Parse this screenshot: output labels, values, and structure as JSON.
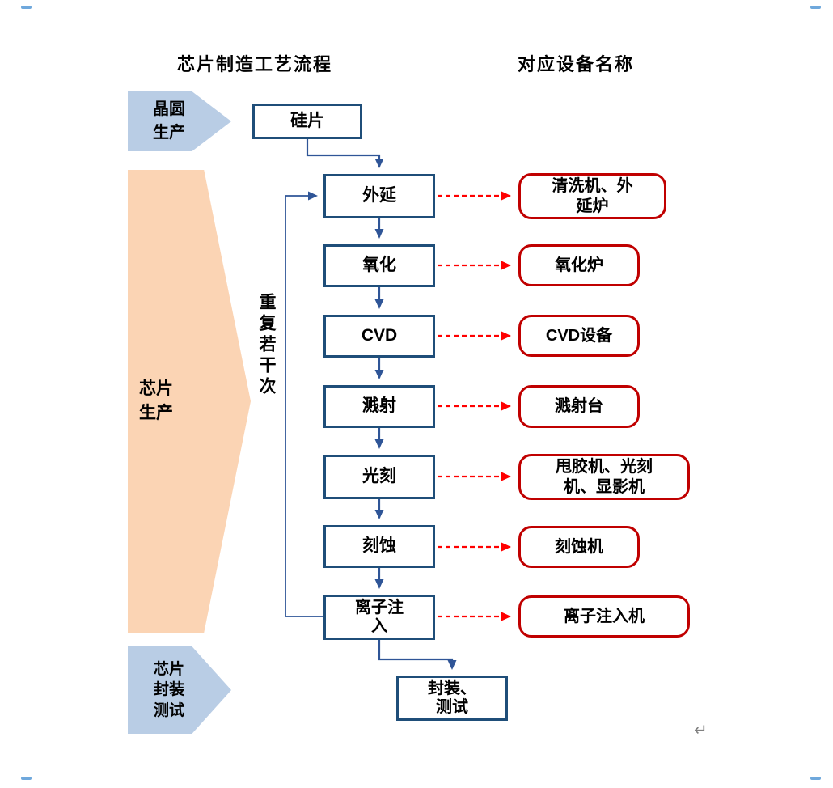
{
  "titles": {
    "left": "芯片制造工艺流程",
    "right": "对应设备名称"
  },
  "stages": [
    {
      "label": "晶圆\n生产"
    },
    {
      "label": "芯片\n生产"
    },
    {
      "label": "芯片\n封装\n测试"
    }
  ],
  "flow": {
    "start": "硅片",
    "steps": [
      "外延",
      "氧化",
      "CVD",
      "溅射",
      "光刻",
      "刻蚀",
      "离子注\n入"
    ],
    "end": "封装、\n测试",
    "loop_label": "重复若干次"
  },
  "equipment": [
    "清洗机、外\n延炉",
    "氧化炉",
    "CVD设备",
    "溅射台",
    "甩胶机、光刻\n机、显影机",
    "刻蚀机",
    "离子注入机"
  ],
  "colors": {
    "flow_box_border": "#1F4E79",
    "flow_arrow": "#2F5597",
    "equipment_box_border": "#C00000",
    "equipment_arrow": "#FF0000",
    "stage_blue_fill": "#B9CDE5",
    "stage_peach_fill": "#FBD4B4"
  },
  "misc": {
    "return_mark": "↵"
  }
}
